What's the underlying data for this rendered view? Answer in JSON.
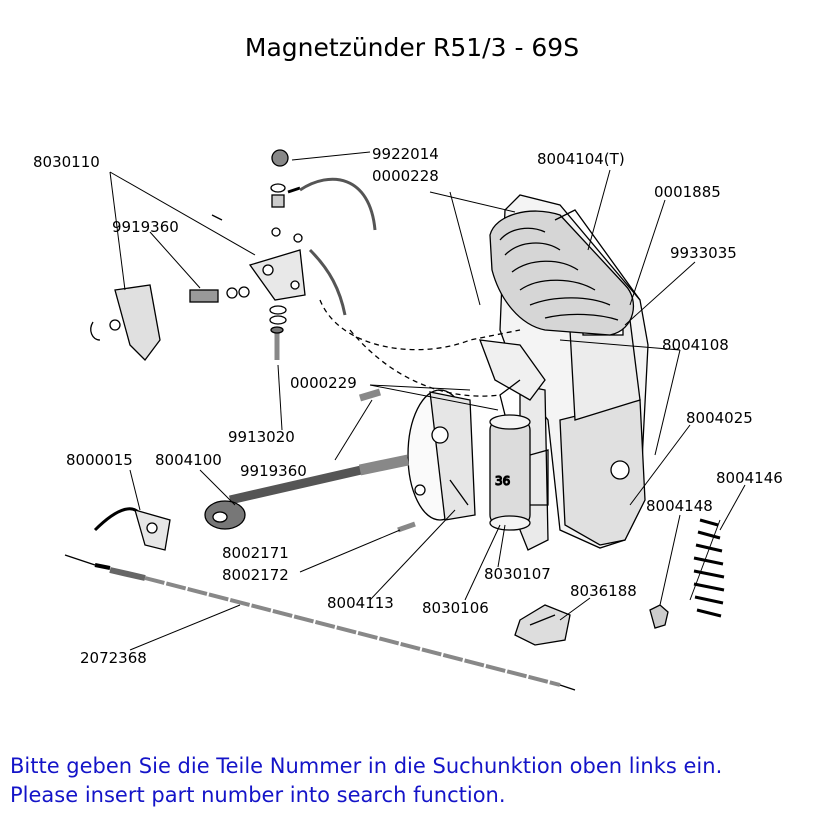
{
  "title": "Magnetzünder R51/3 - 69S",
  "parts": {
    "p8030110": "8030110",
    "p9919360a": "9919360",
    "p9922014": "9922014",
    "p0000228": "0000228",
    "p8004104T": "8004104(T)",
    "p0001885": "0001885",
    "p9933035": "9933035",
    "p8004108": "8004108",
    "p0000229": "0000229",
    "p9913020": "9913020",
    "p9919360b": "9919360",
    "p8004025": "8004025",
    "p8004146": "8004146",
    "p8000015": "8000015",
    "p8004100": "8004100",
    "p8004148": "8004148",
    "p8002171": "8002171",
    "p8002172": "8002172",
    "p8030107": "8030107",
    "p8036188": "8036188",
    "p8004113": "8004113",
    "p8030106": "8030106",
    "p2072368": "2072368"
  },
  "condenser_number": "36",
  "notice": {
    "de": "Bitte geben Sie die Teile Nummer in die Suchunktion oben links ein.",
    "en": "Please insert part number into search function."
  }
}
